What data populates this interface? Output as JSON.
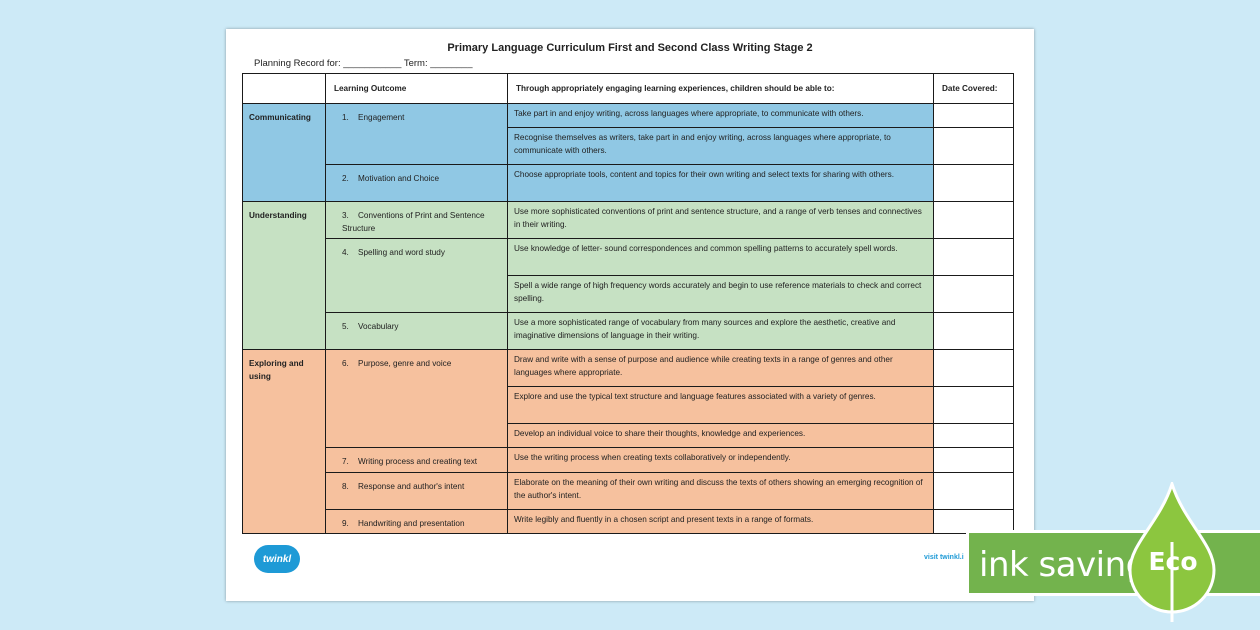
{
  "document": {
    "title": "Primary Language Curriculum First and Second Class Writing Stage 2",
    "planning_record": "Planning Record for: ___________ Term: ________"
  },
  "table": {
    "headers": {
      "strand": "",
      "learning_outcome": "Learning Outcome",
      "experiences": "Through appropriately engaging learning experiences, children should be able to:",
      "date_covered": "Date Covered:"
    },
    "strands": [
      {
        "name": "Communicating",
        "color": "#90c8e4"
      },
      {
        "name": "Understanding",
        "color": "#c6e1c3"
      },
      {
        "name": "Exploring and using",
        "color": "#f6c19e"
      }
    ],
    "outcomes": [
      {
        "num": "1.",
        "label": "Engagement"
      },
      {
        "num": "2.",
        "label": "Motivation and Choice"
      },
      {
        "num": "3.",
        "label": "Conventions of Print and Sentence Structure"
      },
      {
        "num": "4.",
        "label": "Spelling and word study"
      },
      {
        "num": "5.",
        "label": "Vocabulary"
      },
      {
        "num": "6.",
        "label": "Purpose, genre and voice"
      },
      {
        "num": "7.",
        "label": "Writing process and creating text"
      },
      {
        "num": "8.",
        "label": "Response and author's intent"
      },
      {
        "num": "9.",
        "label": "Handwriting and presentation"
      }
    ],
    "objectives": [
      "Take part in and enjoy writing, across languages where appropriate, to communicate with others.",
      "Recognise themselves as writers, take part in and enjoy writing, across languages where appropriate, to communicate with others.",
      "Choose appropriate tools, content and topics for their own writing and select texts for sharing with others.",
      "Use more sophisticated conventions of print and sentence structure, and a range of verb tenses and connectives in their writing.",
      "Use knowledge of letter- sound correspondences and common spelling patterns to accurately spell words.",
      "Spell a wide range of high frequency words accurately and begin to use reference materials to check and correct spelling.",
      "Use a more sophisticated range of vocabulary from many sources and explore the aesthetic, creative and imaginative dimensions of language in their writing.",
      "Draw and write with a sense of purpose and audience while creating texts in a range of genres and other languages where appropriate.",
      "Explore and use the typical text structure and language features associated with a variety of genres.",
      "Develop an individual voice to share their thoughts, knowledge and experiences.",
      "Use the writing process when creating texts collaboratively or independently.",
      "Elaborate on the meaning of their own writing and discuss the texts of others showing an emerging recognition of the author's intent.",
      "Write legibly and fluently in a chosen script and present texts in a range of formats."
    ]
  },
  "footer": {
    "logo": "twinkl",
    "link": "visit twinkl.i"
  },
  "eco_badge": {
    "text": "ink saving",
    "label": "Eco",
    "banner_color": "#73b34d",
    "drop_color": "#8cc63f"
  }
}
